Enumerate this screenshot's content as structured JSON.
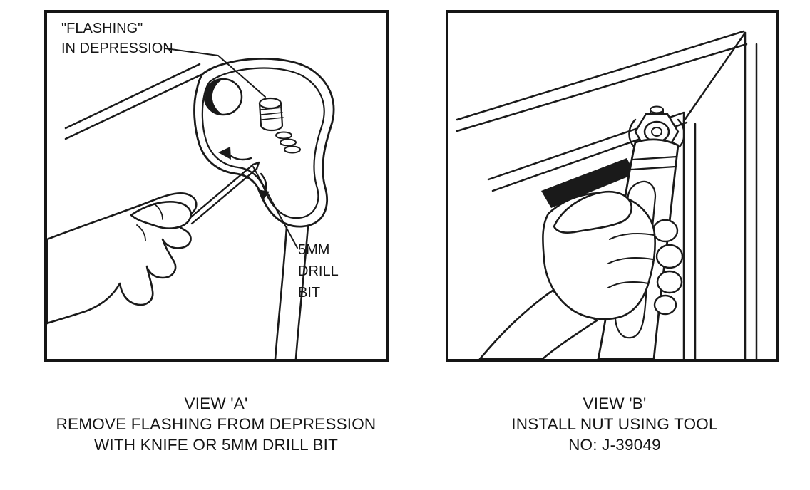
{
  "figure": {
    "ink_color": "#1a1a1a",
    "background": "#ffffff"
  },
  "panel_a": {
    "labels": {
      "flashing_line1": "\"FLASHING\"",
      "flashing_line2": "IN DEPRESSION",
      "drill_line1": "5MM",
      "drill_line2": "DRILL",
      "drill_line3": "BIT"
    },
    "caption": {
      "line1": "VIEW 'A'",
      "line2": "REMOVE FLASHING FROM DEPRESSION",
      "line3": "WITH KNIFE OR 5MM DRILL BIT"
    }
  },
  "panel_b": {
    "caption": {
      "line1": "VIEW 'B'",
      "line2": "INSTALL NUT USING TOOL",
      "line3": "NO: J-39049"
    }
  }
}
